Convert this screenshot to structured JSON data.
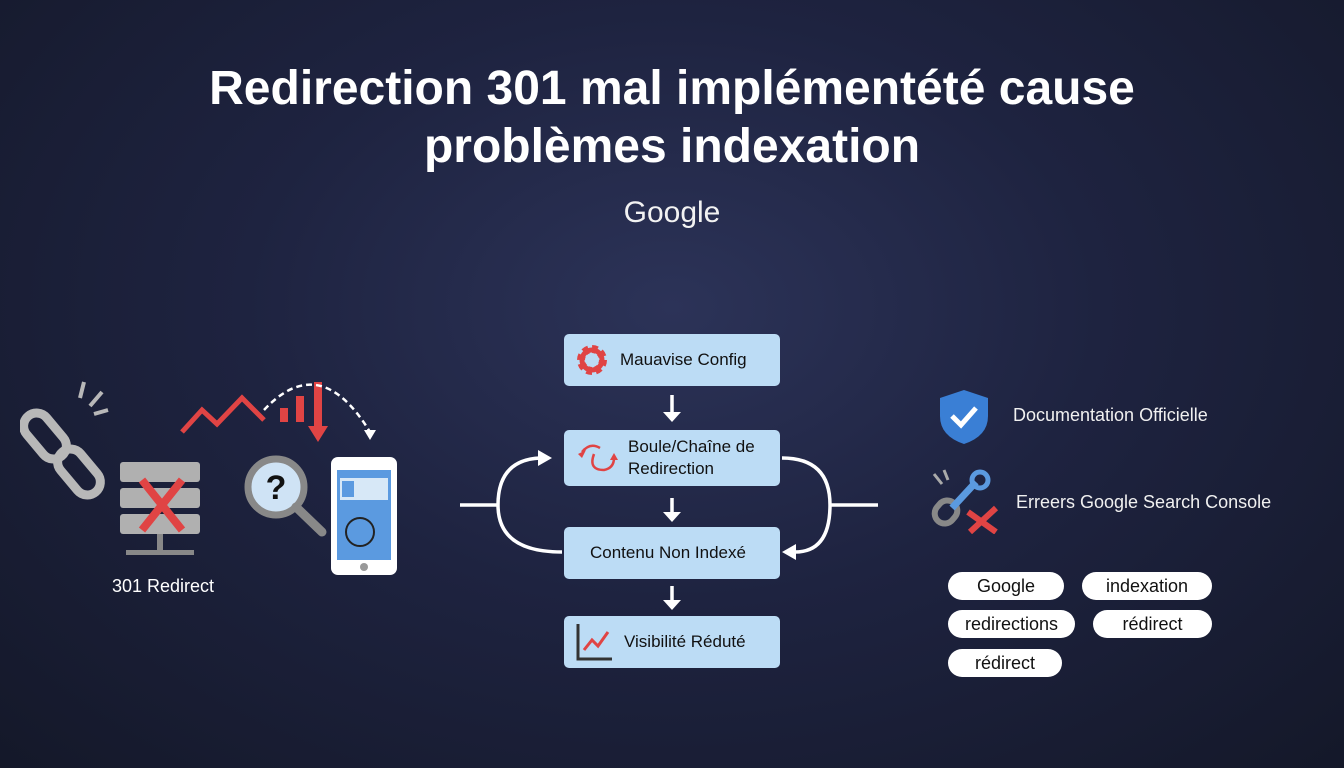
{
  "title_line1": "Redirection 301 mal implémentété cause",
  "title_line2": "problèmes indexation",
  "subtitle": "Google",
  "left": {
    "caption": "301 Redirect"
  },
  "flow": {
    "steps": [
      {
        "label": "Mauavise Config",
        "icon": "gear-icon"
      },
      {
        "label_line1": "Boule/Chaîne de",
        "label_line2": "Redirection",
        "icon": "refresh-icon"
      },
      {
        "label": "Contenu Non Indexé"
      },
      {
        "label": "Visibilité Réduté",
        "icon": "trend-chart-icon"
      }
    ]
  },
  "right": {
    "items": [
      {
        "label": "Documentation Officielle",
        "icon": "shield-check-icon"
      },
      {
        "label": "Erreers Google Search Console",
        "icon": "broken-link-wrench-icon"
      }
    ],
    "tags": [
      "Google",
      "indexation",
      "redirections",
      "rédirect",
      "rédirect"
    ]
  },
  "colors": {
    "accent_red": "#e04444",
    "box": "#bcdcf5",
    "shield": "#3a7fd5"
  }
}
